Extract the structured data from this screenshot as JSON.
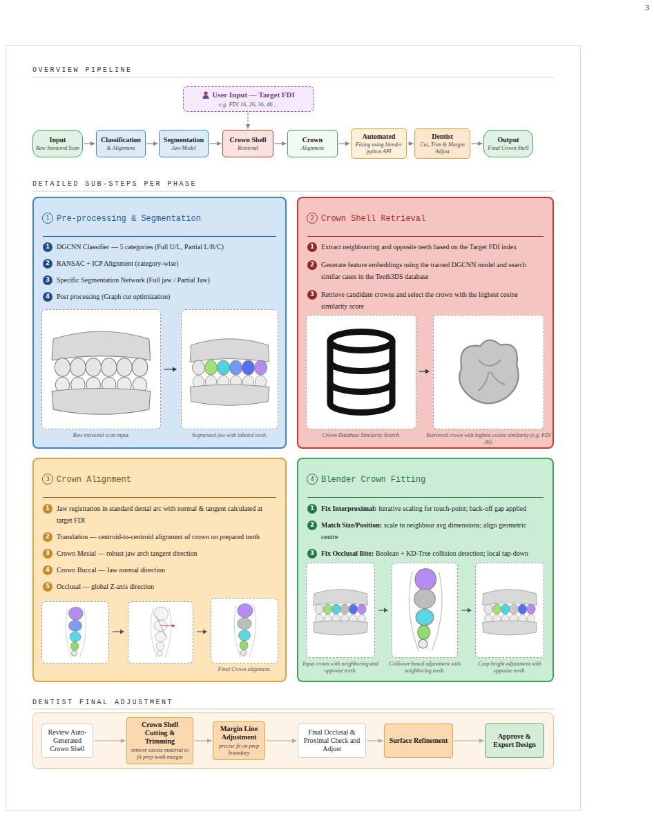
{
  "diagram": {
    "nodes": [
      {
        "text": [
          "User Input — Target FDI",
          "e.g. FDI 16, 26, 36, 46 ..."
        ]
      },
      {
        "text": [
          "Input",
          "Raw Intraoral Scan"
        ]
      },
      {
        "text": [
          "Classification",
          "& Alignment"
        ]
      },
      {
        "text": [
          "Segmentation",
          "Jaw Model"
        ]
      },
      {
        "text": [
          "Crown Shell",
          "Retrieval"
        ]
      },
      {
        "text": [
          "Crown",
          "Alignment"
        ]
      },
      {
        "text": [
          "Automated",
          "Fitting using blender python API"
        ]
      },
      {
        "text": [
          "Dentist",
          "Cut, Trim & Margin Adjust"
        ]
      },
      {
        "text": [
          "Output",
          "Final Crown Shell"
        ]
      },
      {
        "text": [
          "Pre-processing & Segmentation",
          "DGCNN Classifier — 5 categories (Full U/L, Partial L/R/C)",
          "RANSAC + ICP Alignment (category-wise)",
          "Specific Segmentation Network (Full jaw / Partial Jaw)",
          "Post processing (Graph cut optimization)"
        ]
      },
      {
        "text": [
          "Crown Shell Retrieval",
          "Extract neighbouring and opposite teeth based on the Target FDI index",
          "Generate feature embeddings using the trained DGCNN model and search similar cases in the Teeth3DS database",
          "Retrieve candidate crowns and select the crown with the highest cosine similarity score"
        ]
      },
      {
        "text": [
          "Crown Alignment",
          "Jaw registration in standard dental arc with normal & tangent calculated at target FDI",
          "Translation — centroid-to-centroid alignment of crown on prepared tooth",
          "Crown Mesial — robust jaw arch tangent direction",
          "Crown Buccal — Jaw normal direction",
          "Occlusal — global Z-axis direction"
        ]
      },
      {
        "text": [
          "Blender Crown Fitting",
          "Fix Interproximal:",
          "iterative scaling for touch-point; back-off gap applied",
          "Match Size/Position:",
          "scale to neighbour avg dimensions; align geometric centre",
          "Fix Occlusal Bite:",
          "Boolean + KD-Tree collision detection; local tap-down"
        ]
      },
      {
        "text": [
          "DENTIST FINAL ADJUSTMENT"
        ]
      },
      {
        "text": [
          "Review Auto-Generated Crown Shell"
        ],
        "in": 13
      },
      {
        "text": [
          "Crown Shell Cutting & Trimming",
          "remove excess material to fit prep tooth margin"
        ],
        "in": 13
      },
      {
        "text": [
          "Margin Line Adjustment",
          "precise fit on prep boundary"
        ],
        "in": 13
      },
      {
        "text": [
          "Final Occlusal & Proximal Check and Adjust"
        ],
        "in": 13
      },
      {
        "text": [
          "Surface Refinement"
        ],
        "in": 13
      },
      {
        "text": [
          "Approve & Export Design"
        ],
        "in": 13
      }
    ],
    "edges": [
      {
        "from": 0,
        "to": 4,
        "arrow": "to"
      },
      {
        "from": 1,
        "to": 2,
        "arrow": "to"
      },
      {
        "from": 2,
        "to": 3,
        "arrow": "to"
      },
      {
        "from": 3,
        "to": 4,
        "arrow": "to"
      },
      {
        "from": 4,
        "to": 5,
        "arrow": "to"
      },
      {
        "from": 5,
        "to": 6,
        "arrow": "to"
      },
      {
        "from": 6,
        "to": 7,
        "arrow": "to"
      },
      {
        "from": 7,
        "to": 8,
        "arrow": "to"
      },
      {
        "from": 14,
        "to": 15,
        "arrow": "to"
      },
      {
        "from": 15,
        "to": 16,
        "arrow": "to"
      },
      {
        "from": 16,
        "to": 17,
        "arrow": "to"
      },
      {
        "from": 17,
        "to": 18,
        "arrow": "to"
      },
      {
        "from": 18,
        "to": 19,
        "arrow": "to"
      }
    ],
    "labels": [
      "3",
      "OVERVIEW PIPELINE",
      "DETAILED SUB-STEPS PER PHASE",
      "1",
      "1",
      "2",
      "3",
      "4",
      "Raw intraoral scan input.",
      "Segmented jaw with labeled teeth.",
      "2",
      "1",
      "2",
      "3",
      "Crown Database Similarity Search.",
      "Retrieved crown with highest cosine similarity (e.g. FDI 36).",
      "3",
      "1",
      "2",
      "3",
      "4",
      "5",
      "Final Crown alignment.",
      "4",
      "1",
      "2",
      "3",
      "Input crown with neighboring and opposite teeth.",
      "Collision-based adjustment with neighboring teeth.",
      "Cusp height adjustment with opposite teeth."
    ]
  }
}
